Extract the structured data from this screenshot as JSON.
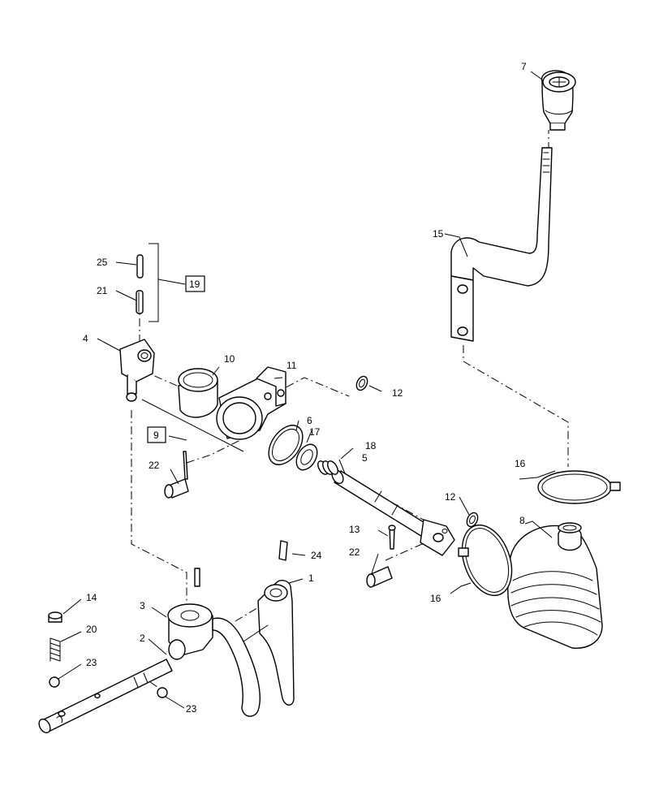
{
  "callouts": {
    "c1": "1",
    "c2": "2",
    "c3": "3",
    "c4": "4",
    "c5": "5",
    "c6": "6",
    "c7": "7",
    "c8": "8",
    "c9": "9",
    "c10": "10",
    "c11": "11",
    "c12a": "12",
    "c12b": "12",
    "c13": "13",
    "c14": "14",
    "c15": "15",
    "c16a": "16",
    "c16b": "16",
    "c17": "17",
    "c18": "18",
    "c19": "19",
    "c20": "20",
    "c21": "21",
    "c22a": "22",
    "c22b": "22",
    "c23a": "23",
    "c23b": "23",
    "c24": "24",
    "c25": "25"
  }
}
